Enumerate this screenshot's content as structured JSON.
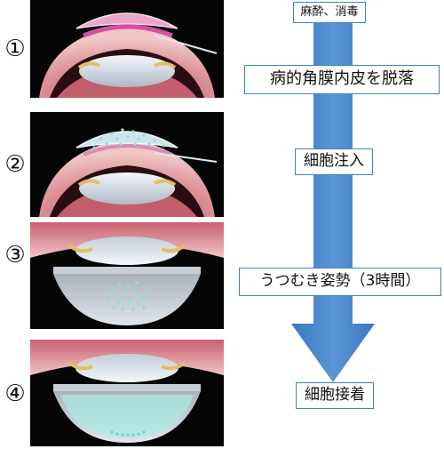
{
  "steps": [
    {
      "number": "①",
      "label": "麻酔、消毒"
    },
    {
      "number": "②",
      "label": "病的角膜内皮を脱落"
    },
    {
      "number": "③",
      "label": "細胞注入"
    },
    {
      "number": "④",
      "label": "うつむき姿勢（3時間）"
    },
    {
      "final_label": "細胞接着"
    }
  ],
  "colors": {
    "arrow": "#4a86c8",
    "label_border": "#3b83c9",
    "cells": "#7fe6d6"
  }
}
